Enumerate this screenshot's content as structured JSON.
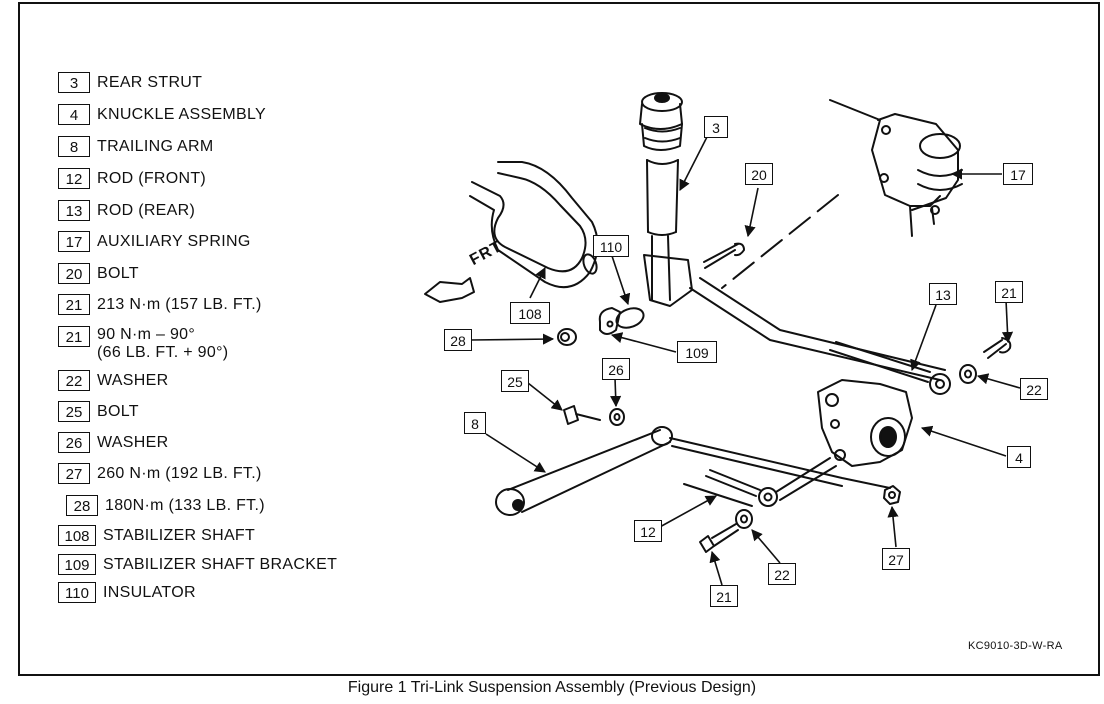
{
  "legend": [
    {
      "num": "3",
      "text": "REAR STRUT"
    },
    {
      "num": "4",
      "text": "KNUCKLE ASSEMBLY"
    },
    {
      "num": "8",
      "text": "TRAILING ARM"
    },
    {
      "num": "12",
      "text": "ROD (FRONT)"
    },
    {
      "num": "13",
      "text": "ROD (REAR)"
    },
    {
      "num": "17",
      "text": "AUXILIARY SPRING"
    },
    {
      "num": "20",
      "text": "BOLT"
    },
    {
      "num": "21",
      "text": "213 N·m (157 LB. FT.)"
    },
    {
      "num": "21",
      "text": "90 N·m  –  90°",
      "text2": "(66 LB. FT. + 90°)"
    },
    {
      "num": "22",
      "text": "WASHER"
    },
    {
      "num": "25",
      "text": "BOLT"
    },
    {
      "num": "26",
      "text": "WASHER"
    },
    {
      "num": "27",
      "text": "260 N·m (192 LB. FT.)"
    },
    {
      "num": "28",
      "text": "180N·m (133 LB. FT.)"
    },
    {
      "num": "108",
      "text": "STABILIZER SHAFT"
    },
    {
      "num": "109",
      "text": "STABILIZER SHAFT BRACKET"
    },
    {
      "num": "110",
      "text": "INSULATOR"
    }
  ],
  "callouts": {
    "c3": "3",
    "c17": "17",
    "c20": "20",
    "c110": "110",
    "c108": "108",
    "c13": "13",
    "c21a": "21",
    "c28": "28",
    "c109": "109",
    "c25": "25",
    "c26": "26",
    "c22a": "22",
    "c8": "8",
    "c4": "4",
    "c12": "12",
    "c27": "27",
    "c22b": "22",
    "c21b": "21"
  },
  "frt_label": "FRT",
  "figure_code": "KC9010-3D-W-RA",
  "caption": "Figure 1 Tri-Link Suspension Assembly (Previous Design)"
}
